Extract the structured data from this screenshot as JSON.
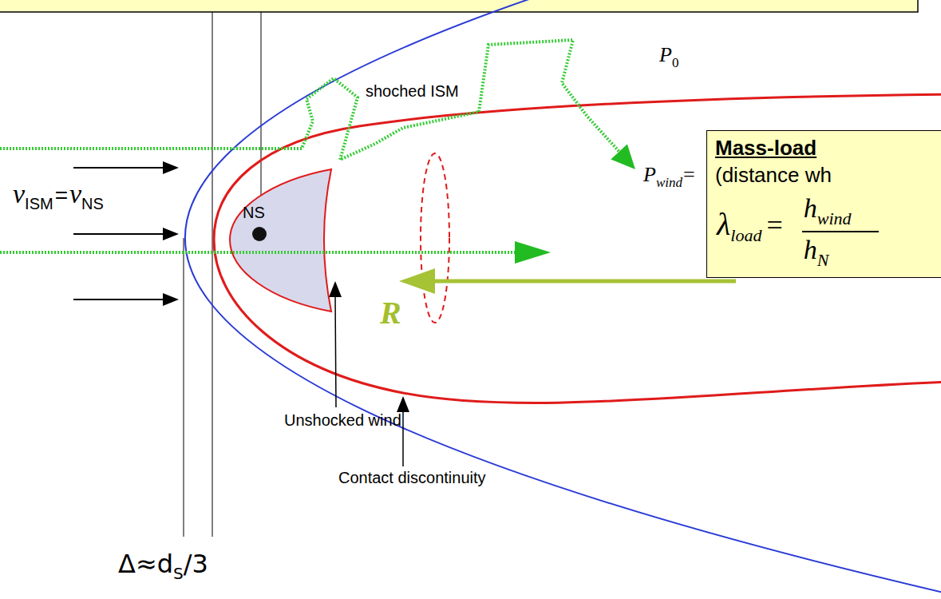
{
  "diagram": {
    "nodes": [
      {
        "text": [
          "Mass-load",
          "(distance wh",
          "λ",
          "load",
          "=",
          "h",
          "wind",
          "h",
          "N"
        ]
      }
    ],
    "labels": [
      "v",
      "ISM",
      "=",
      "v",
      "NS",
      "NS",
      "shoched ISM",
      "P",
      "0",
      "P",
      "wind",
      "=",
      "Unshocked wind",
      "Contact discontinuity",
      "R",
      "Δ≈d",
      "S",
      "/3"
    ]
  }
}
